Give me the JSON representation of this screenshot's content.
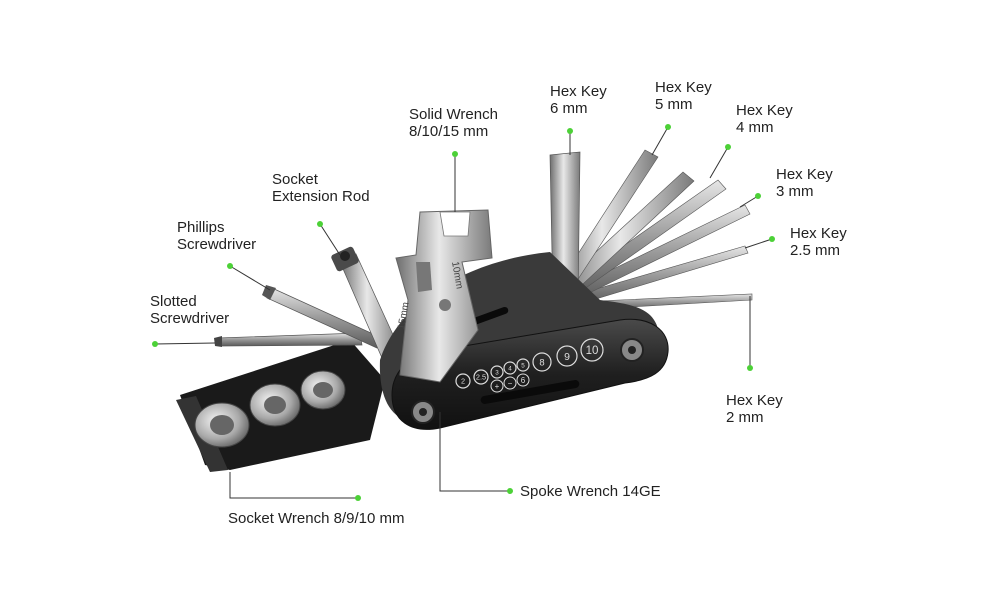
{
  "colors": {
    "leader": "#333333",
    "dot": "#4cd137",
    "body": "#2b2b2b",
    "steel": "#b8b8b8"
  },
  "labels": {
    "slotted": [
      "Slotted",
      "Screwdriver"
    ],
    "phillips": [
      "Phillips",
      "Screwdriver"
    ],
    "socket_rod": [
      "Socket",
      "Extension Rod"
    ],
    "solid_wrench": [
      "Solid Wrench",
      "8/10/15 mm"
    ],
    "hex6": [
      "Hex Key",
      "6 mm"
    ],
    "hex5": [
      "Hex Key",
      "5 mm"
    ],
    "hex4": [
      "Hex Key",
      "4 mm"
    ],
    "hex3": [
      "Hex Key",
      "3 mm"
    ],
    "hex25": [
      "Hex Key",
      "2.5 mm"
    ],
    "hex2": [
      "Hex Key",
      "2 mm"
    ],
    "spoke": "Spoke Wrench 14GE",
    "socket_wrench": "Socket Wrench 8/9/10 mm"
  },
  "tool_markings": {
    "wrench_15": "15mm",
    "wrench_10": "10mm",
    "spoke_sizes": [
      "2",
      "2.5",
      "3",
      "4",
      "5",
      "8",
      "9",
      "10"
    ],
    "spoke_signs": [
      "+",
      "−",
      "6"
    ]
  }
}
